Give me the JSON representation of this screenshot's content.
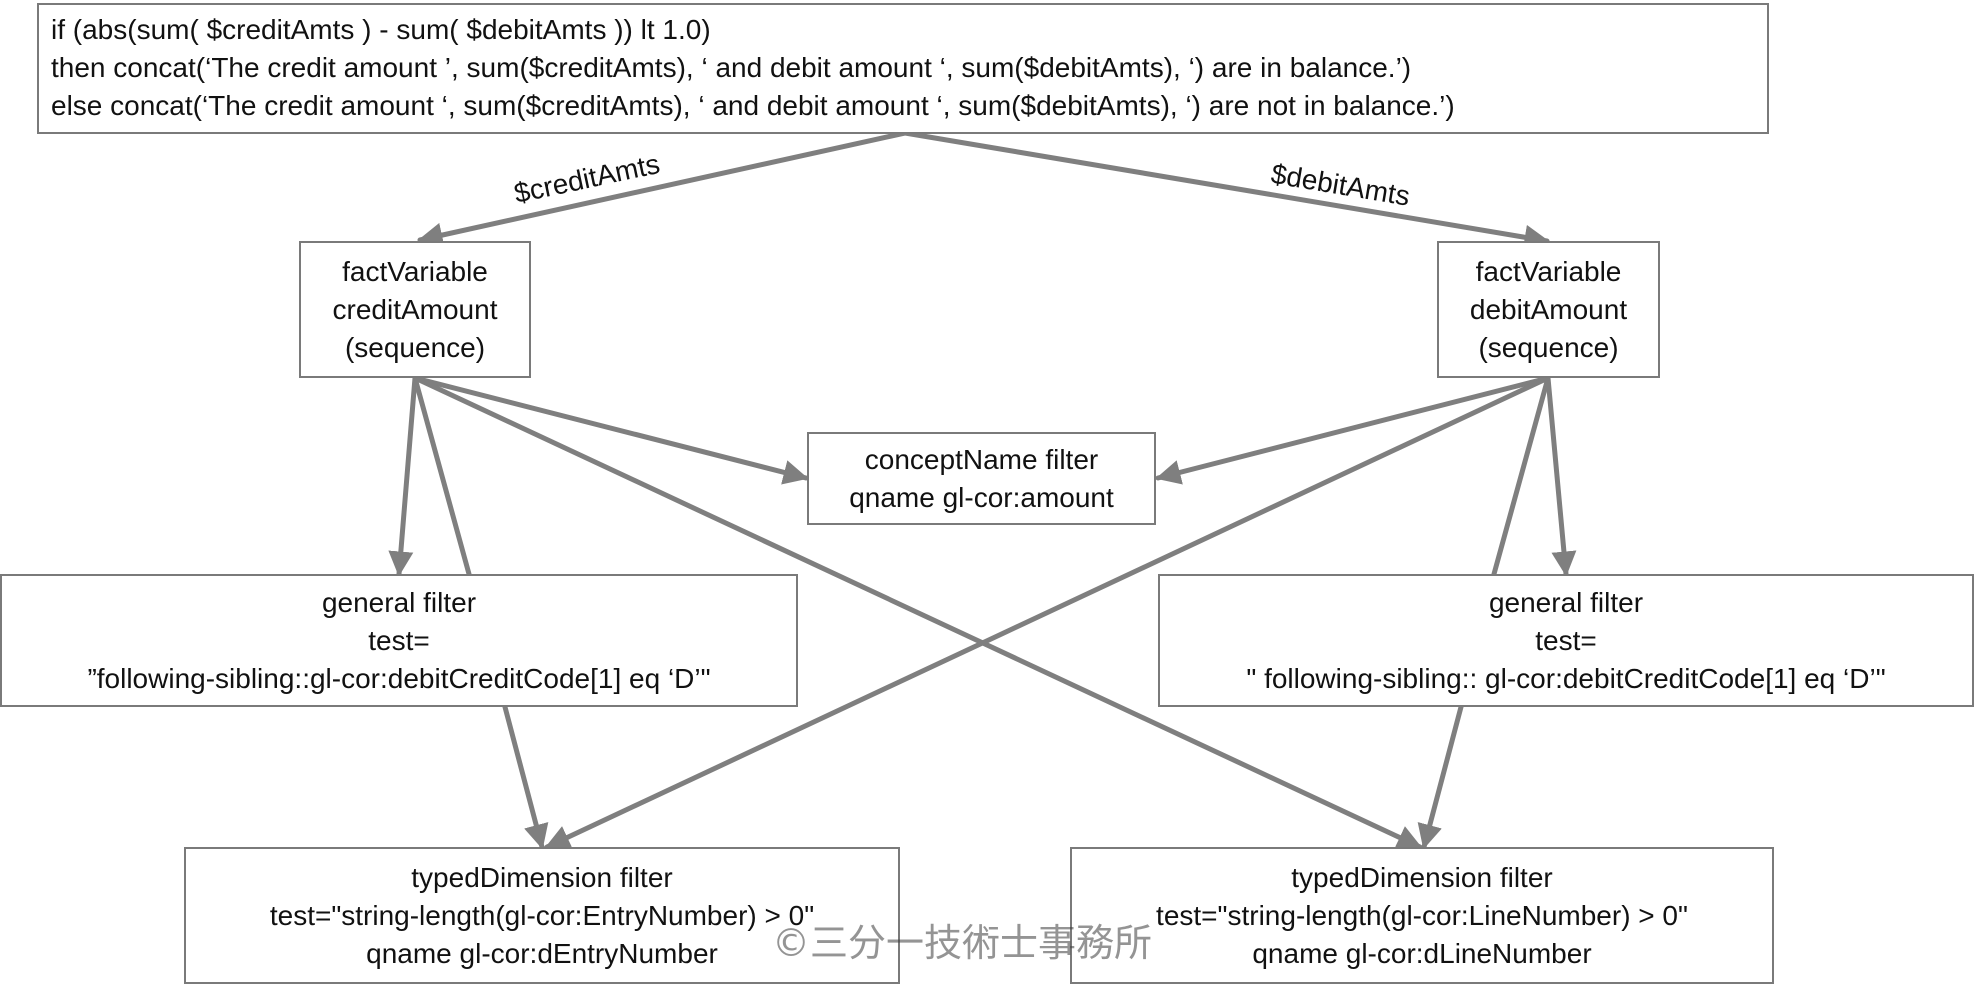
{
  "nodes": {
    "assertion": {
      "lines": [
        "if (abs(sum( $creditAmts ) - sum( $debitAmts )) lt 1.0)",
        "then concat(‘The credit amount ’, sum($creditAmts), ‘ and debit amount ‘, sum($debitAmts), ‘) are in balance.’)",
        "else concat(‘The credit amount ‘, sum($creditAmts), ‘ and debit amount ‘, sum($debitAmts), ‘) are not in balance.’)"
      ]
    },
    "fact_credit": {
      "lines": [
        "factVariable",
        "creditAmount",
        "(sequence)"
      ]
    },
    "fact_debit": {
      "lines": [
        "factVariable",
        "debitAmount",
        "(sequence)"
      ]
    },
    "concept_filter": {
      "lines": [
        "conceptName filter",
        "qname gl-cor:amount"
      ]
    },
    "general_filter_left": {
      "lines": [
        "general filter",
        "test=",
        "”following-sibling::gl-cor:debitCreditCode[1] eq ‘D’\""
      ]
    },
    "general_filter_right": {
      "lines": [
        "general filter",
        "test=",
        "\" following-sibling:: gl-cor:debitCreditCode[1] eq ‘D’\""
      ]
    },
    "typed_filter_left": {
      "lines": [
        "typedDimension filter",
        "test=\"string-length(gl-cor:EntryNumber) > 0\"",
        "qname gl-cor:dEntryNumber"
      ]
    },
    "typed_filter_right": {
      "lines": [
        "typedDimension filter",
        "test=\"string-length(gl-cor:LineNumber) > 0\"",
        "qname gl-cor:dLineNumber"
      ]
    }
  },
  "edge_labels": {
    "credit": "$creditAmts",
    "debit": "$debitAmts"
  },
  "watermark": "©三分一技術士事務所",
  "colors": {
    "arrow": "#7f7f7f",
    "border": "#7a7a7a",
    "text": "#111111"
  }
}
